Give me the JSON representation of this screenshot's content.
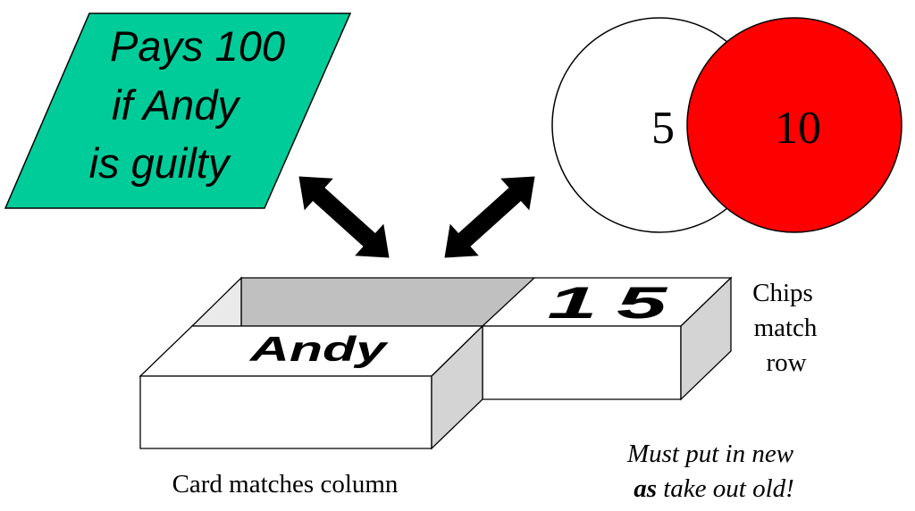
{
  "card": {
    "lines": [
      "Pays 100",
      "if Andy",
      "is guilty"
    ]
  },
  "chips": {
    "left_value": "5",
    "right_value": "10"
  },
  "box": {
    "column_label": "Andy",
    "row_label": "15"
  },
  "side_label": [
    "Chips",
    "match",
    "row"
  ],
  "bottom_label": "Card matches column",
  "note": {
    "line1": "Must put in new",
    "line2_bold": "as",
    "line2_rest": " take out old!"
  },
  "colors": {
    "card_fill": "#00cc99",
    "chip_red": "#ff0000",
    "chip_white": "#ffffff",
    "box_top": "#ffffff",
    "box_side": "#d4d4d4",
    "box_inner": "#c0c0c0",
    "arrow": "#000000"
  }
}
